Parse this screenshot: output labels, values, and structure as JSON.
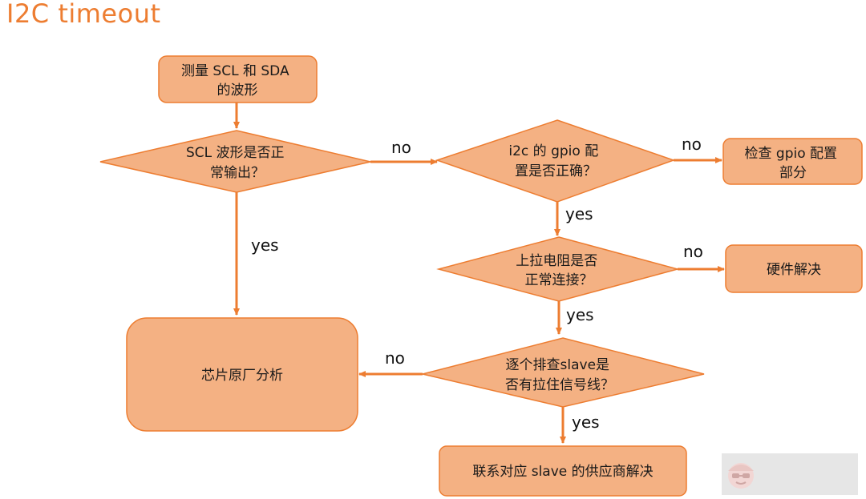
{
  "title": "I2C timeout",
  "colors": {
    "accent": "#ED7D31",
    "node_fill": "#F4B183",
    "node_stroke": "#ED7D31"
  },
  "nodes": {
    "measure": [
      "测量 SCL 和 SDA",
      "的波形"
    ],
    "scl_output": [
      "SCL 波形是否正",
      "常输出？"
    ],
    "gpio_config": [
      "i2c 的 gpio 配",
      "置是否正确？"
    ],
    "check_gpio": [
      "检查 gpio 配置",
      "部分"
    ],
    "pullup": [
      "上拉电阻是否",
      "正常连接？"
    ],
    "hardware_fix": [
      "硬件解决"
    ],
    "chip_vendor": [
      "芯片原厂分析"
    ],
    "slave_check": [
      "逐个排查slave是",
      "否有拉住信号线？"
    ],
    "contact_supplier": [
      "联系对应 slave 的供应商解决"
    ]
  },
  "edges": {
    "scl_no": "no",
    "scl_yes": "yes",
    "gpio_no": "no",
    "gpio_yes": "yes",
    "pullup_no": "no",
    "pullup_yes": "yes",
    "slave_no": "no",
    "slave_yes": "yes"
  },
  "watermark_icon": "face-logo-icon"
}
